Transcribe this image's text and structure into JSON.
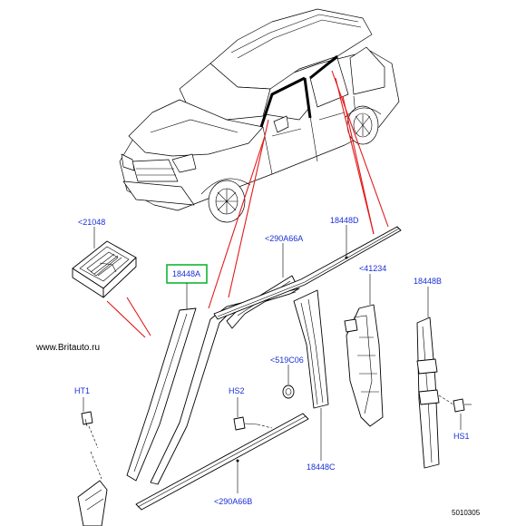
{
  "labels": {
    "c21048": "<21048",
    "c18448A": "18448A",
    "c290A66A": "<290A66A",
    "c18448D": "18448D",
    "c41234": "<41234",
    "c18448B": "18448B",
    "c519C06": "<519C06",
    "cHT1": "HT1",
    "cHS2": "HS2",
    "cHS1": "HS1",
    "c18448C": "18448C",
    "c290A66B": "<290A66B"
  },
  "website": "www.Britauto.ru",
  "diagram_code": "5010305",
  "colors": {
    "callout": "#1a2fd6",
    "highlight": "#12b534",
    "pointer": "#e11a1a"
  }
}
